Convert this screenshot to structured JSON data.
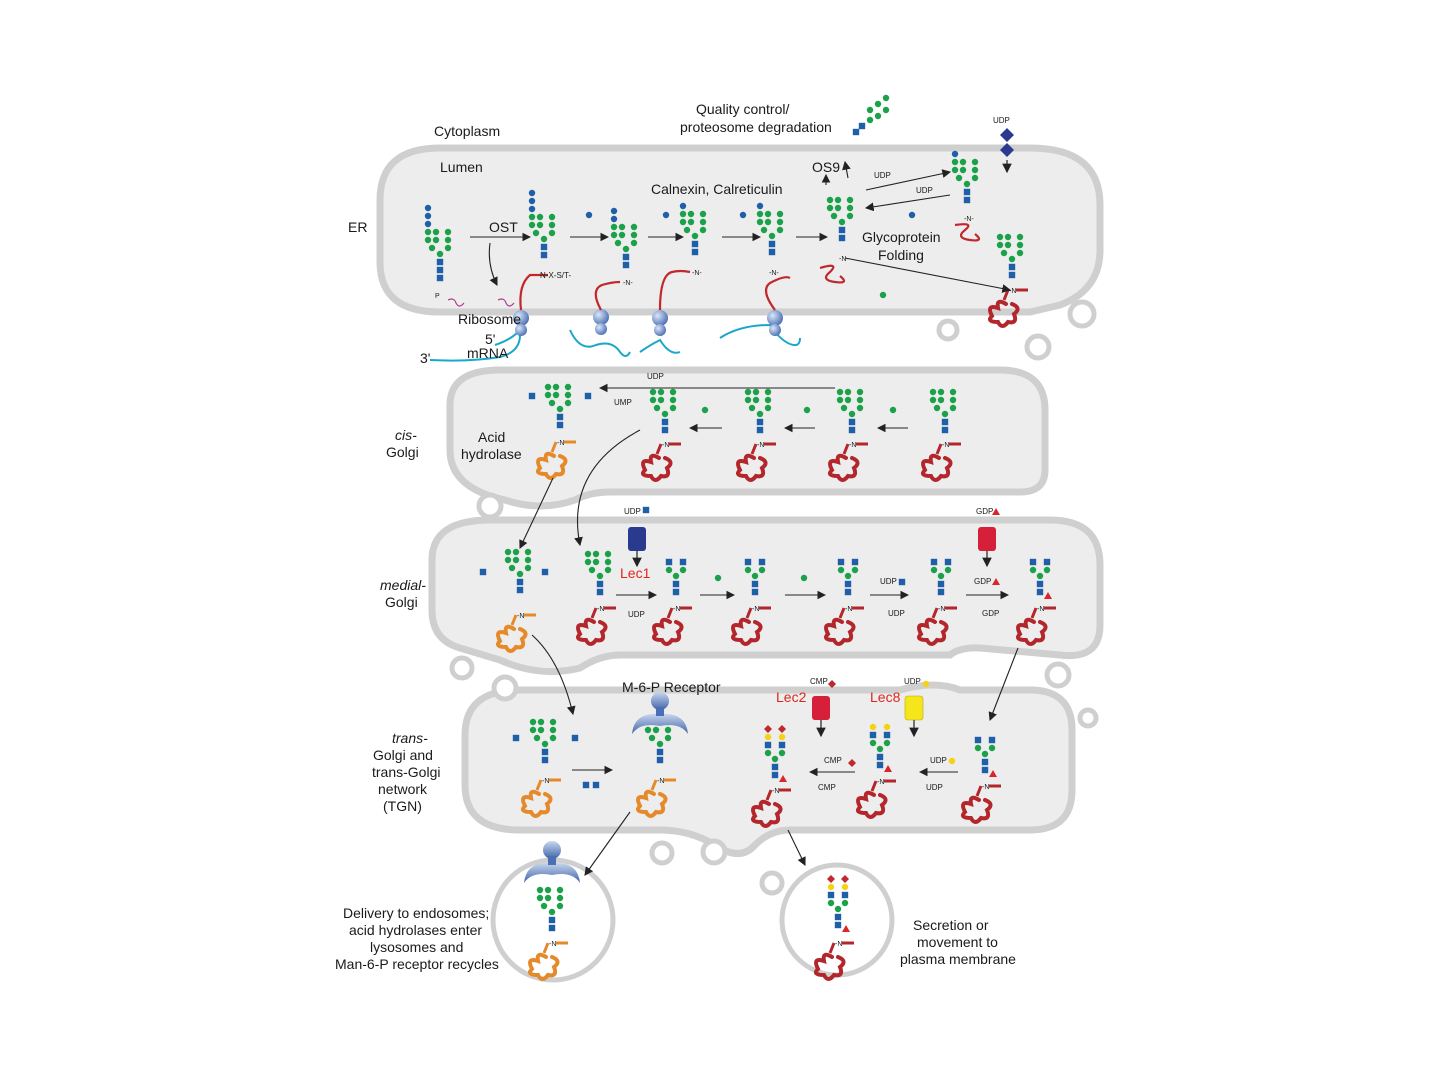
{
  "labels": {
    "cytoplasm": "Cytoplasm",
    "lumen": "Lumen",
    "er": "ER",
    "quality_control_1": "Quality control/",
    "quality_control_2": "proteosome degradation",
    "os9": "OS9",
    "calnexin": "Calnexin, Calreticulin",
    "glycoprotein_1": "Glycoprotein",
    "glycoprotein_2": "Folding",
    "ost": "OST",
    "nxst": "N-X-S/T-",
    "ribosome": "Ribosome",
    "five_prime": "5'",
    "mrna": "mRNA",
    "three_prime": "3'",
    "cis_1": "cis-",
    "cis_2": "Golgi",
    "acid_1": "Acid",
    "acid_2": "hydrolase",
    "medial_1": "medial-",
    "medial_2": "Golgi",
    "trans_1": "trans-",
    "trans_2": "Golgi and",
    "trans_3": "trans-Golgi",
    "trans_4": "network",
    "trans_5": "(TGN)",
    "m6p_receptor": "M-6-P Receptor",
    "lec1": "Lec1",
    "lec2": "Lec2",
    "lec8": "Lec8",
    "delivery_1": "Delivery to endosomes;",
    "delivery_2": "acid hydrolases enter",
    "delivery_3": "lysosomes and",
    "delivery_4": "Man-6-P receptor recycles",
    "secretion_1": "Secretion or",
    "secretion_2": "movement to",
    "secretion_3": "plasma membrane",
    "udp": "UDP",
    "ump": "UMP",
    "gdp": "GDP",
    "cmp": "CMP",
    "n_link": "N"
  },
  "colors": {
    "glcnac": "#1f5fa8",
    "mannose": "#1aa14a",
    "glucose": "#1f5fa8",
    "galactose": "#f5d218",
    "sialic_acid": "#c0282d",
    "fucose": "#d9262c",
    "red_protein": "#b3262b",
    "orange_protein": "#e58a2b",
    "compartment": "#ededed",
    "membrane": "#cfcfcf",
    "transporter_blue": "#2a3b8f",
    "transporter_red": "#d6203a",
    "transporter_yellow": "#f5e61b",
    "receptor": "#4a6fb5"
  },
  "icons": [
    "ribosome-icon",
    "transporter-icon",
    "m6p-receptor-icon",
    "glycan-icon",
    "protein-coil-icon"
  ]
}
